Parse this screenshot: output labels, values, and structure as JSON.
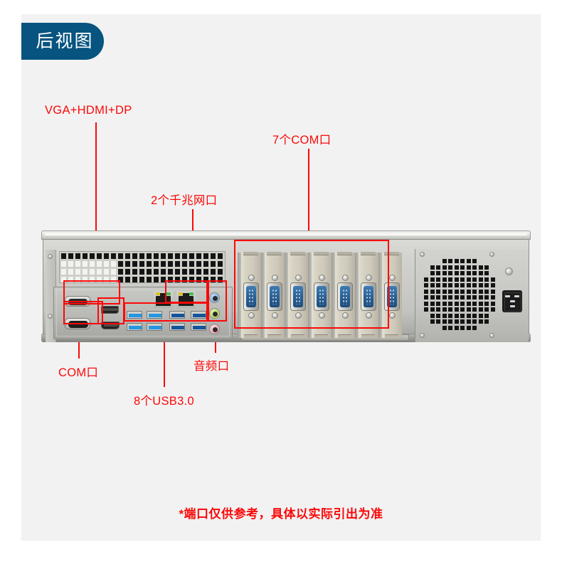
{
  "page": {
    "background_color": "#f2f2f2",
    "outer_color": "#ffffff"
  },
  "badge": {
    "label": "后视图",
    "background_color": "#06547f",
    "text_color": "#ffffff"
  },
  "callouts": {
    "accent_color": "#fb0808",
    "items": [
      {
        "id": "vga-hdmi-dp",
        "label": "VGA+HDMI+DP",
        "position": "top-left"
      },
      {
        "id": "com7",
        "label": "7个COM口",
        "position": "top-right"
      },
      {
        "id": "lan",
        "label": "2个千兆网口",
        "position": "top-middle"
      },
      {
        "id": "com",
        "label": "COM口",
        "position": "bottom-left"
      },
      {
        "id": "usb",
        "label": "8个USB3.0",
        "position": "bottom-middle"
      },
      {
        "id": "audio",
        "label": "音频口",
        "position": "bottom-right"
      }
    ]
  },
  "footnote": {
    "text": "*端口仅供参考，具体以实际引出为准",
    "color": "#fb0808"
  },
  "device": {
    "type": "2U rackmount industrial computer rear panel",
    "ports": {
      "vga": 1,
      "com_rear_io": 1,
      "displayport": 1,
      "hdmi": 1,
      "usb3": 8,
      "gigabit_lan": 2,
      "audio_jacks": 3,
      "com_expansion_slots": 7,
      "power_inlet": "IEC C14"
    },
    "audio_jack_colors": [
      "#7fb0de",
      "#b6dd63",
      "#f0a8bc"
    ],
    "db9_connector_color": "#2a6196",
    "usb3_tongue_color": "#2596e0"
  }
}
